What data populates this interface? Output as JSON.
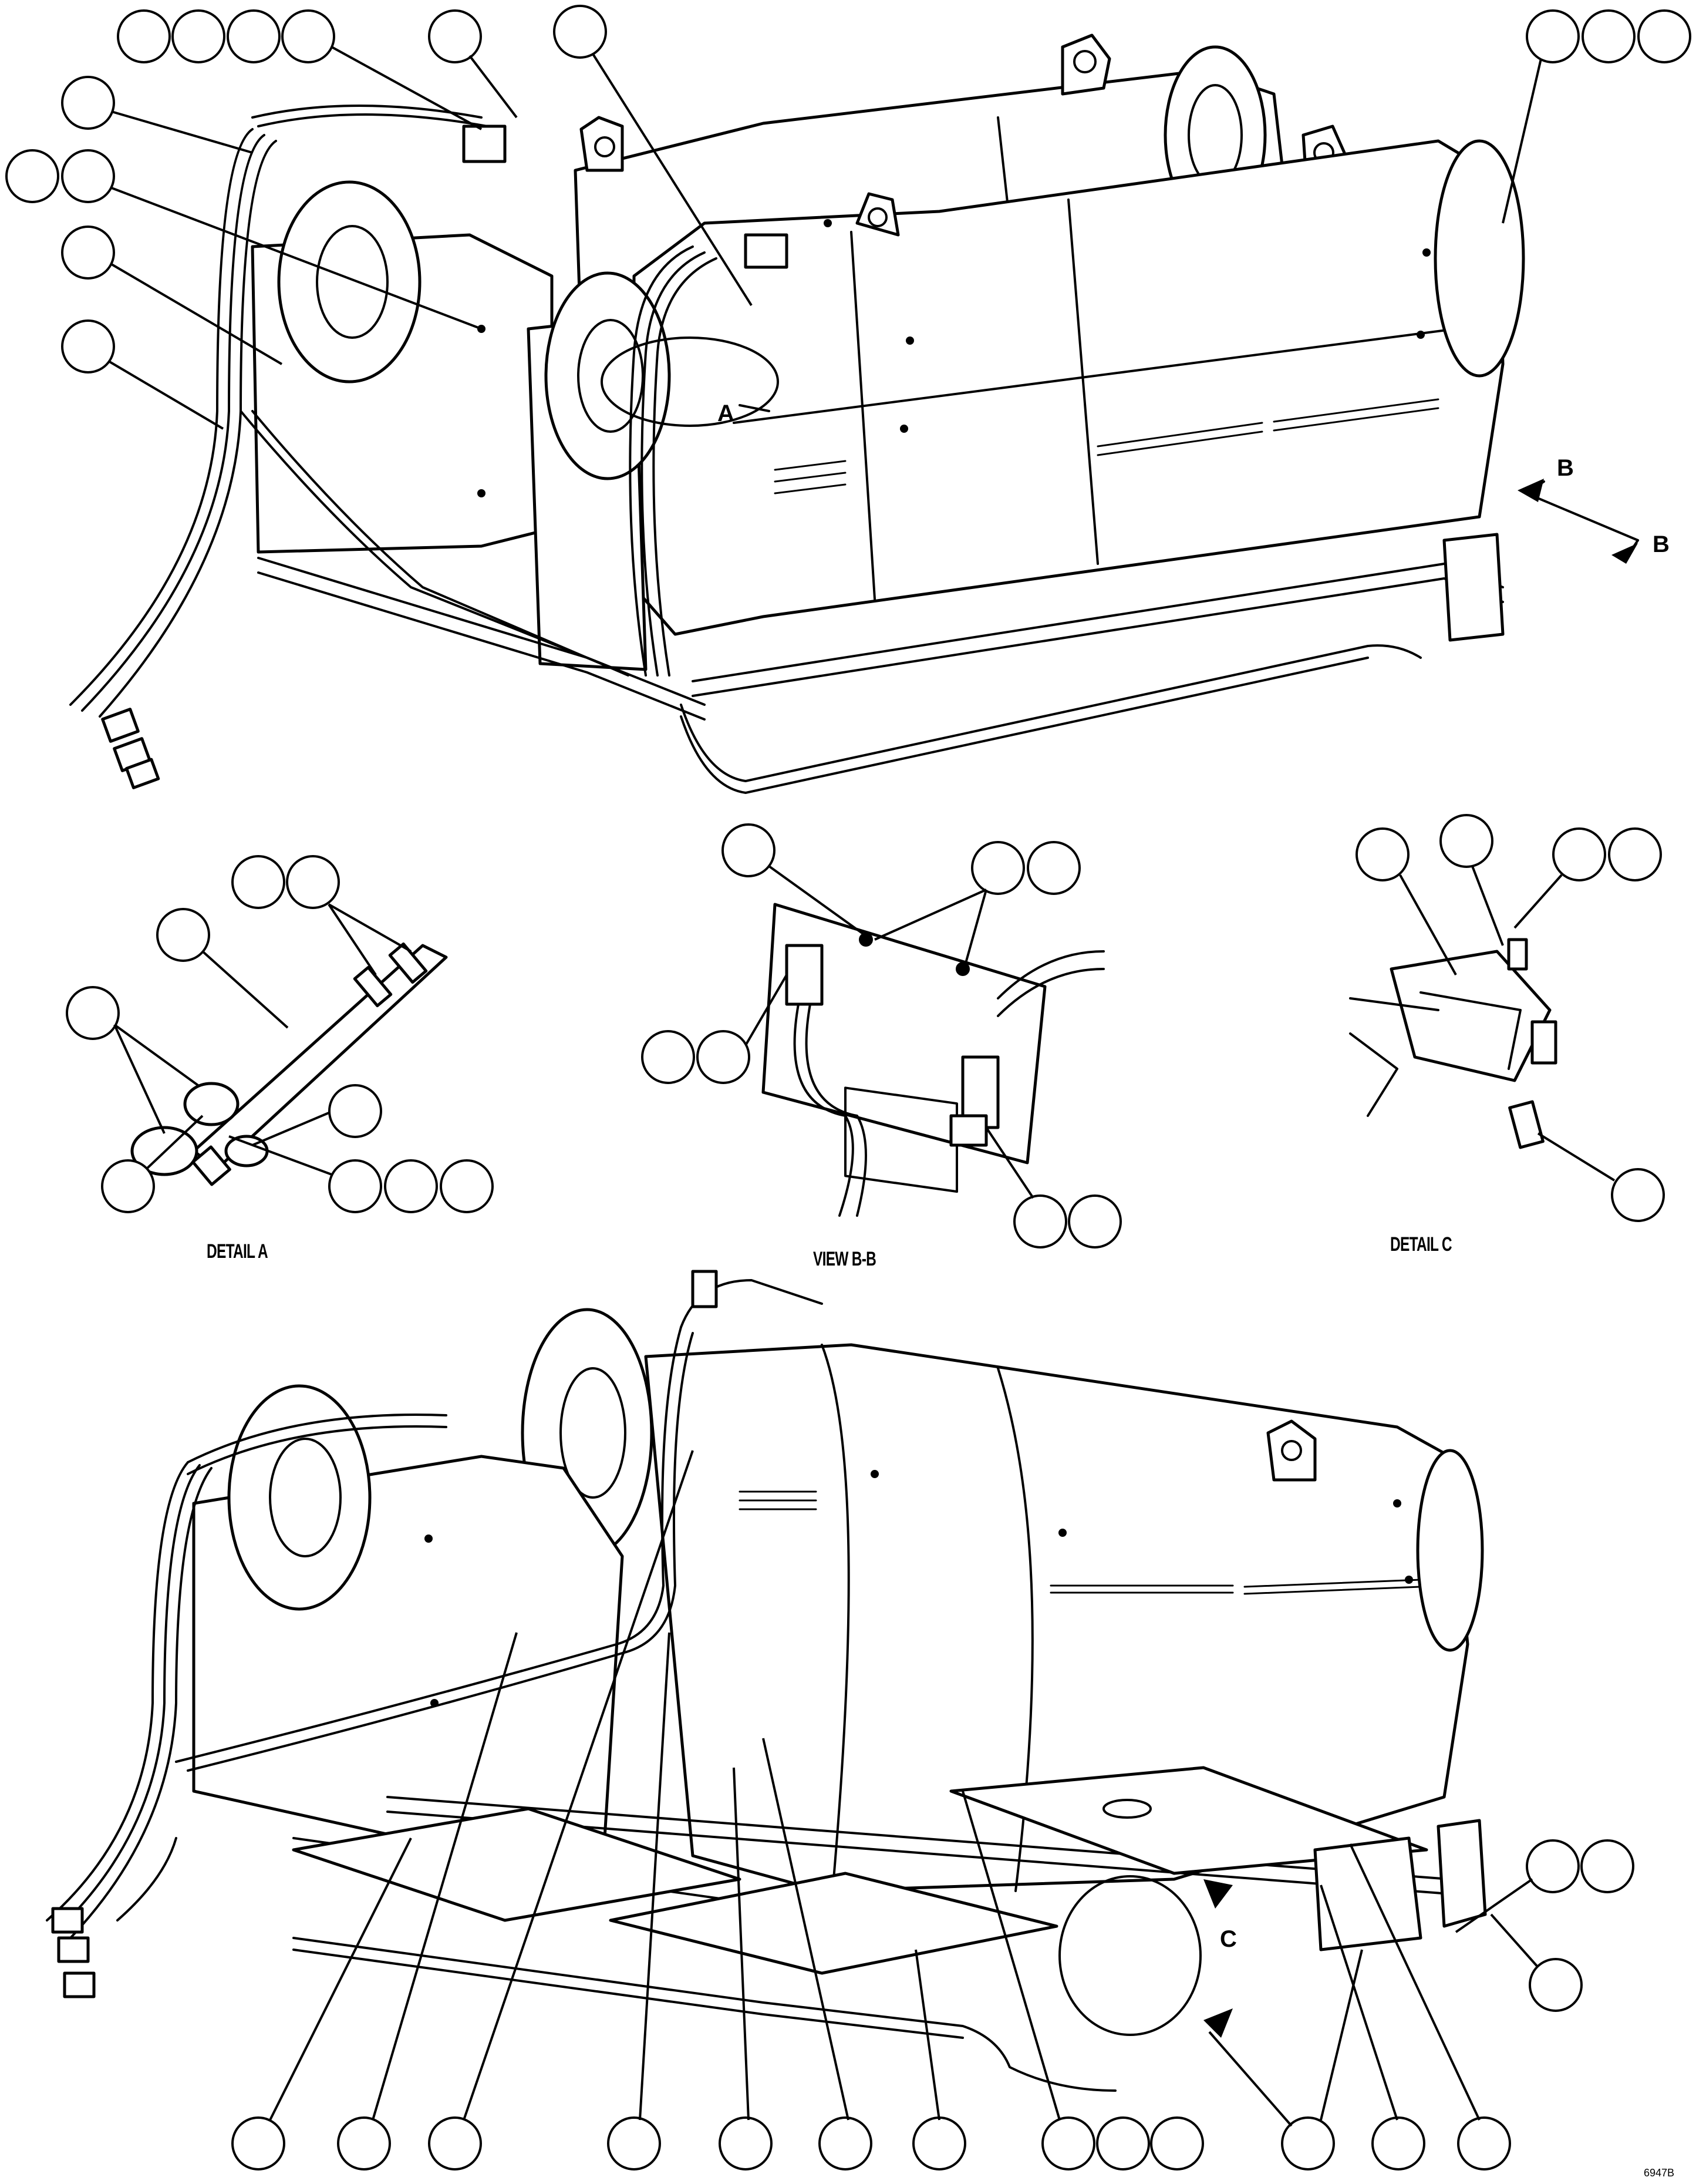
{
  "captions": {
    "detail_a": "DETAIL A",
    "view_bb": "VIEW B-B",
    "detail_c": "DETAIL C"
  },
  "callouts": {
    "a": "A",
    "b_top": "B",
    "b_bottom": "B",
    "c": "C"
  },
  "figure_id": "6947B"
}
